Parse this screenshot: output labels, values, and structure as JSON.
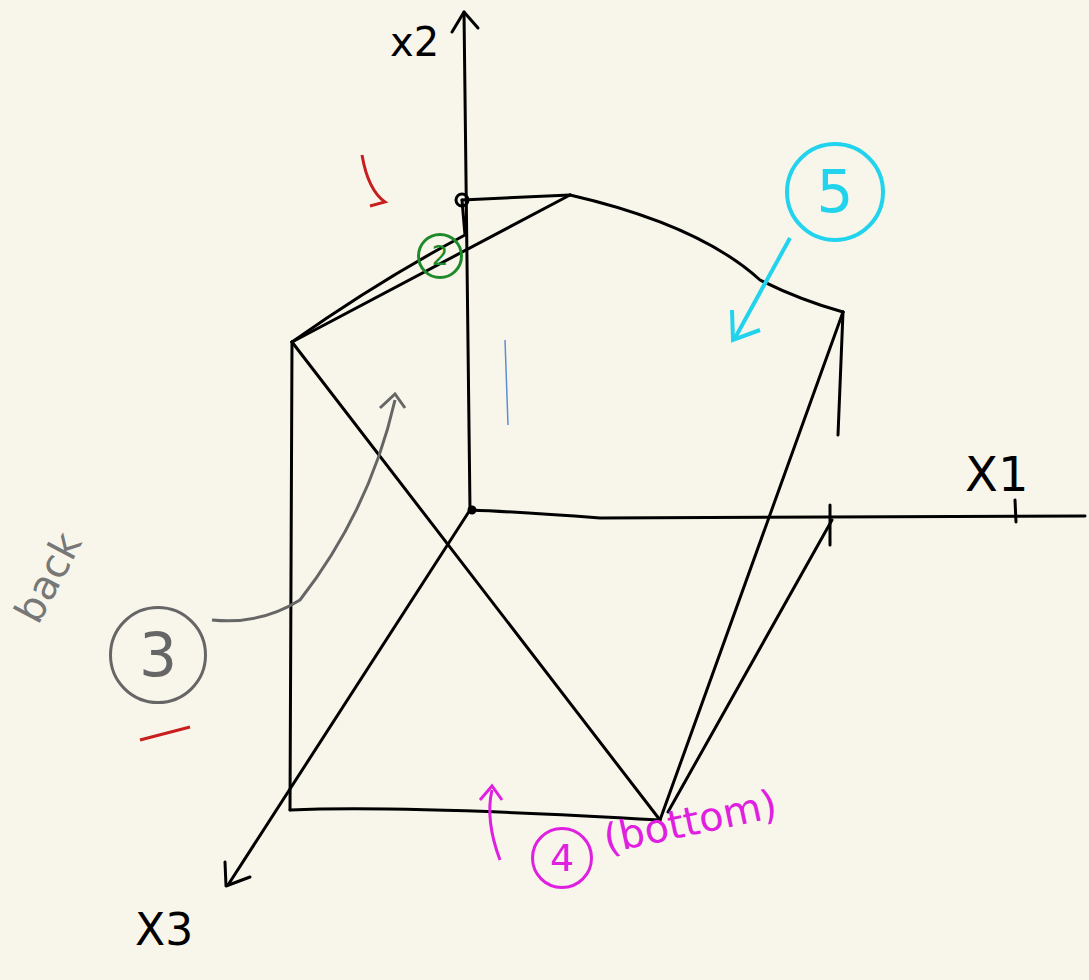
{
  "diagram": {
    "nodes": [
      {
        "text": [
          "2"
        ]
      },
      {
        "text": [
          "3"
        ]
      },
      {
        "text": [
          "4"
        ]
      },
      {
        "text": [
          "5"
        ]
      }
    ],
    "labels": [
      "x2",
      "X1",
      "X3",
      "back",
      "(bottom)"
    ]
  }
}
